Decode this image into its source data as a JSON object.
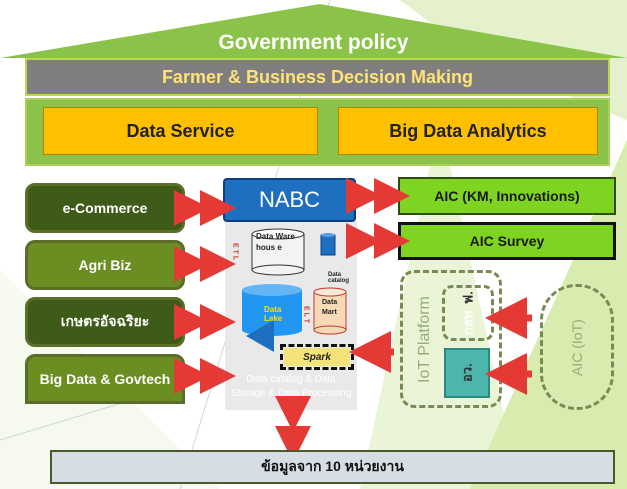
{
  "header": {
    "title": "Government policy",
    "subtitle": "Farmer & Business Decision Making"
  },
  "services": {
    "left": "Data Service",
    "right": "Big Data Analytics"
  },
  "left_boxes": [
    "e-Commerce",
    "Agri Biz",
    "เกษตรอัจฉริยะ",
    "Big Data & Govtech"
  ],
  "center": {
    "nabc": "NABC",
    "etl1": "E T L",
    "etl2": "E L T",
    "warehouse": "Data Ware hous e",
    "catalog_small": "Data catalog",
    "lake": "Data Lake",
    "mart": "Data Mart",
    "spark": "Spark",
    "storage_caption": "Data catalog & Data Storage & Data Processing"
  },
  "right": {
    "aic_km": "AIC (KM, Innovations)",
    "aic_survey": "AIC Survey",
    "iot_platform": "IoT Platform",
    "iot_a": "กสท",
    "iot_b": "ฟ.",
    "iot_c": "อว.",
    "aic_iot": "AIC (IoT)"
  },
  "footer": "ข้อมูลจาก 10 หน่วยงาน",
  "colors": {
    "roof": "#8bc34a",
    "band": "#8bc34a",
    "yellow": "#ffc000",
    "arrow": "#e53935",
    "nabc": "#1f6fc0",
    "aic": "#7fd321"
  }
}
